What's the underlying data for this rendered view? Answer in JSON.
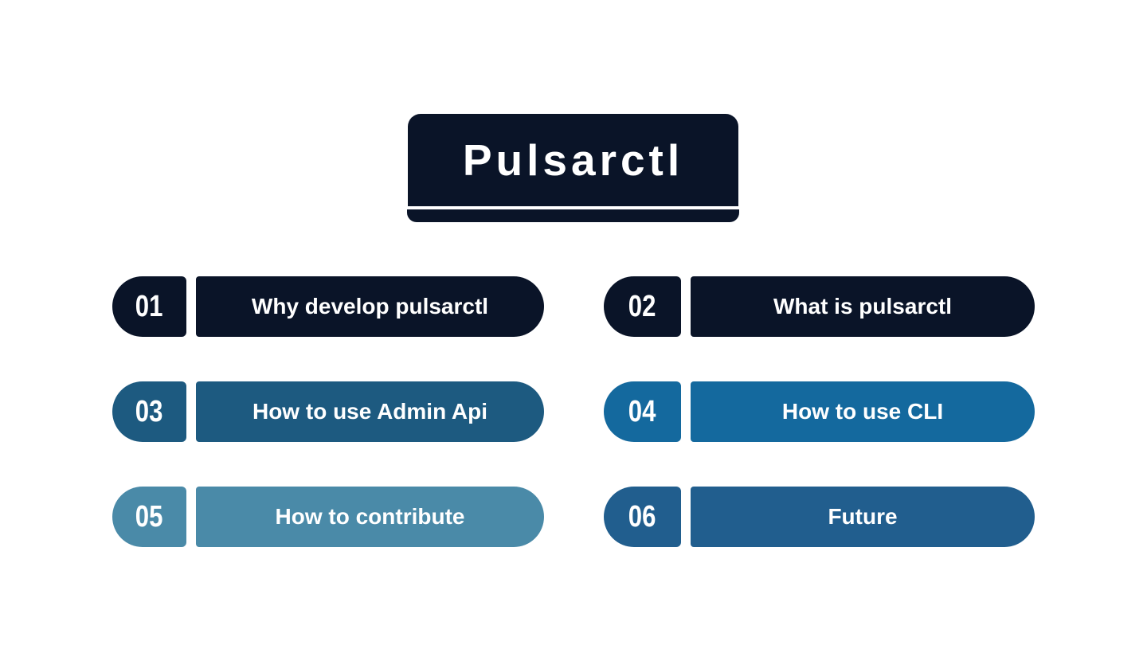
{
  "slide": {
    "background_color": "#ffffff",
    "title": {
      "text": "Pulsarctl",
      "box_color": "#0a1428",
      "text_color": "#ffffff"
    }
  },
  "agenda": {
    "items": [
      {
        "number": "01",
        "label": "Why develop pulsarctl",
        "color": "#0a1428",
        "text_color": "#ffffff",
        "column": "left",
        "row": 1
      },
      {
        "number": "02",
        "label": "What is pulsarctl",
        "color": "#0a1428",
        "text_color": "#ffffff",
        "column": "right",
        "row": 1
      },
      {
        "number": "03",
        "label": "How to use Admin Api",
        "color": "#1d5a80",
        "text_color": "#ffffff",
        "column": "left",
        "row": 2
      },
      {
        "number": "04",
        "label": "How to use CLI",
        "color": "#14699e",
        "text_color": "#ffffff",
        "column": "right",
        "row": 2
      },
      {
        "number": "05",
        "label": "How to contribute",
        "color": "#4a8aa8",
        "text_color": "#ffffff",
        "column": "left",
        "row": 3
      },
      {
        "number": "06",
        "label": "Future",
        "color": "#215e8e",
        "text_color": "#ffffff",
        "column": "right",
        "row": 3
      }
    ]
  }
}
